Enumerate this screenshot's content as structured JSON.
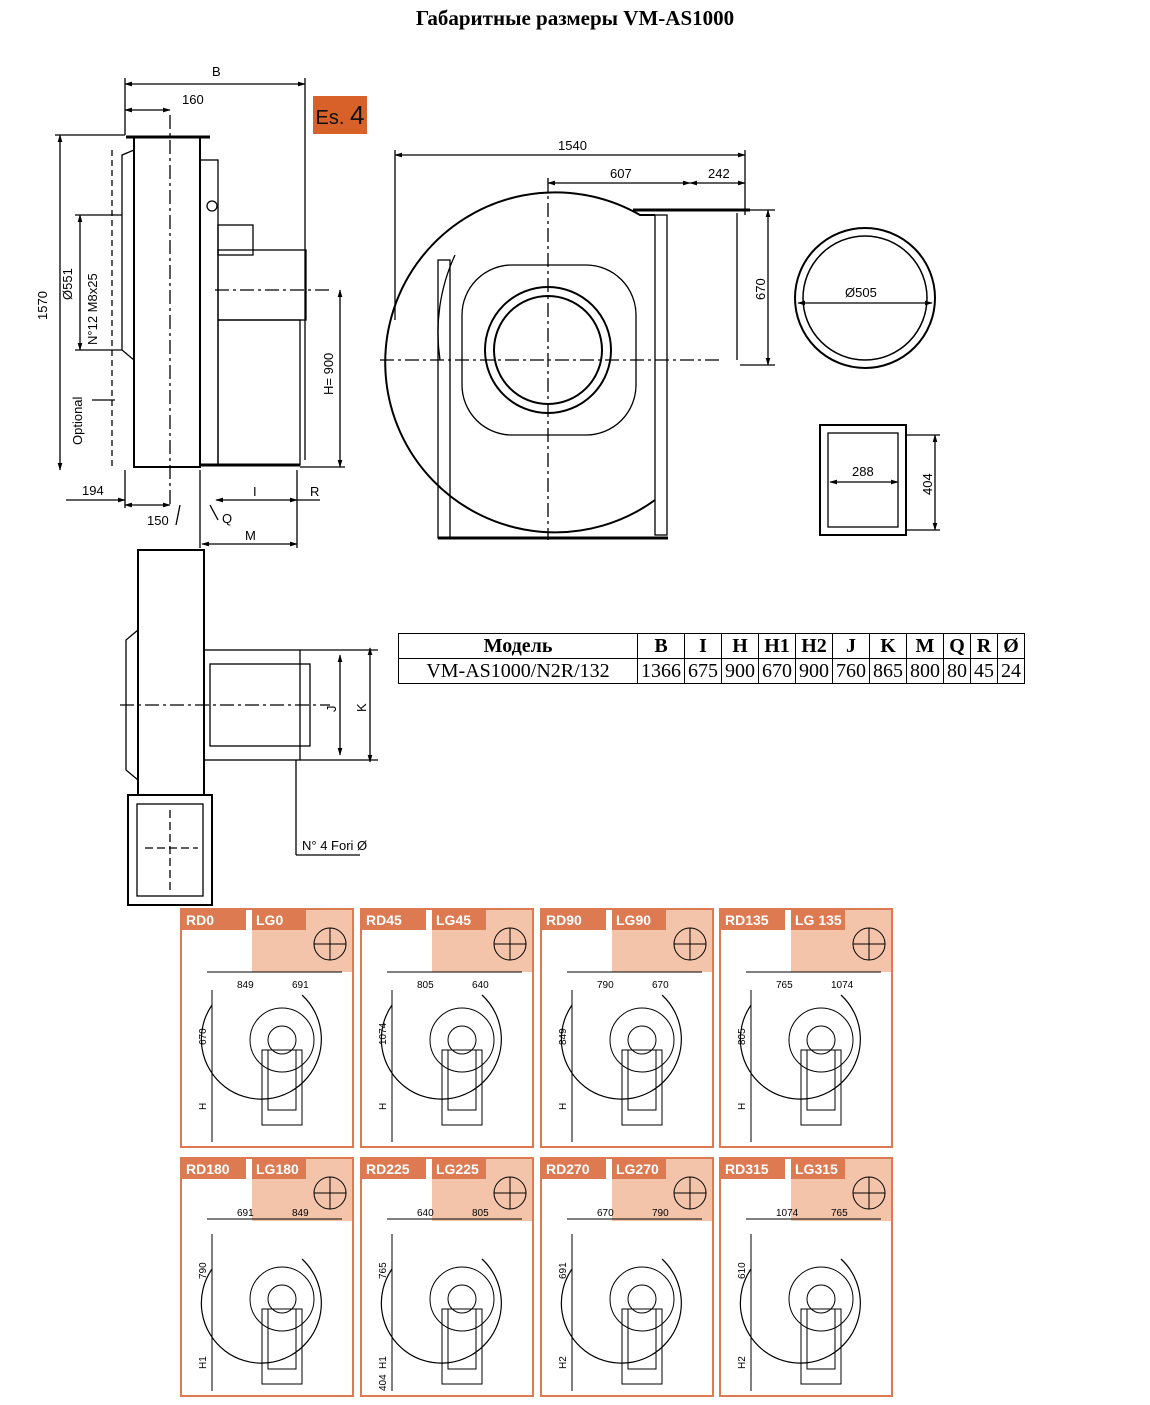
{
  "title": "Габаритные размеры VM-AS1000",
  "badge": {
    "prefix": "Es.",
    "number": "4"
  },
  "side_view": {
    "B": "B",
    "d160": "160",
    "d1570": "1570",
    "d551": "Ø551",
    "bolts": "N°12 M8x25",
    "optional": "Optional",
    "H900": "H= 900",
    "d194": "194",
    "d150": "150",
    "I": "I",
    "R": "R",
    "Q": "Q",
    "M": "M"
  },
  "front_view": {
    "d1540": "1540",
    "d607": "607",
    "d242": "242",
    "d670": "670"
  },
  "inlet": {
    "dia": "Ø505"
  },
  "outlet": {
    "w": "288",
    "h": "404"
  },
  "top_view": {
    "J": "J",
    "K": "K",
    "holes": "N° 4 Fori Ø"
  },
  "spec_table": {
    "headers": [
      "Модель",
      "B",
      "I",
      "H",
      "H1",
      "H2",
      "J",
      "K",
      "M",
      "Q",
      "R",
      "Ø"
    ],
    "row": [
      "VM-AS1000/N2R/132",
      "1366",
      "675",
      "900",
      "670",
      "900",
      "760",
      "865",
      "800",
      "80",
      "45",
      "24"
    ]
  },
  "orientations": [
    {
      "rd": "RD0",
      "lg": "LG0",
      "d1": "849",
      "d2": "691",
      "v1": "670",
      "v2": "H"
    },
    {
      "rd": "RD45",
      "lg": "LG45",
      "d1": "805",
      "d2": "640",
      "v1": "1074",
      "v2": "H"
    },
    {
      "rd": "RD90",
      "lg": "LG90",
      "d1": "790",
      "d2": "670",
      "v1": "849",
      "v2": "H"
    },
    {
      "rd": "RD135",
      "lg": "LG 135",
      "d1": "765",
      "d2": "1074",
      "v1": "805",
      "v2": "H"
    },
    {
      "rd": "RD180",
      "lg": "LG180",
      "d1": "691",
      "d2": "849",
      "v1": "790",
      "v2": "H1"
    },
    {
      "rd": "RD225",
      "lg": "LG225",
      "d1": "640",
      "d2": "805",
      "v1": "765",
      "v2": "H1",
      "v3": "404"
    },
    {
      "rd": "RD270",
      "lg": "LG270",
      "d1": "670",
      "d2": "790",
      "v1": "691",
      "v2": "H2"
    },
    {
      "rd": "RD315",
      "lg": "LG315",
      "d1": "1074",
      "d2": "765",
      "v1": "610",
      "v2": "H2"
    }
  ],
  "colors": {
    "accent": "#d8612a",
    "panel_border": "#dd7a52",
    "panel_header": "#f3c3aa"
  }
}
